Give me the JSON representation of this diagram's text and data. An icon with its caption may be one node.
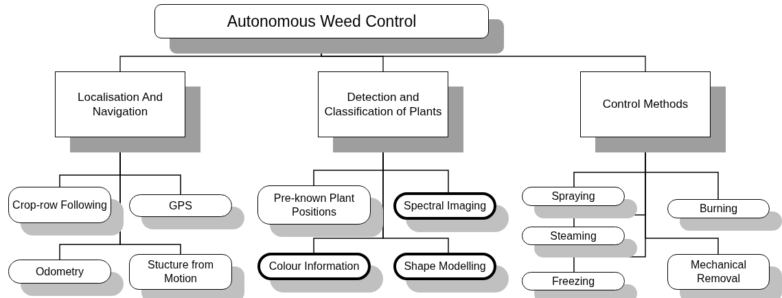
{
  "diagram": {
    "nodes": [
      {
        "text": [
          "Autonomous Weed Control"
        ]
      },
      {
        "text": [
          "Localisation And Navigation"
        ]
      },
      {
        "text": [
          "Detection and Classification of Plants"
        ]
      },
      {
        "text": [
          "Control Methods"
        ]
      },
      {
        "text": [
          "Crop-row Following"
        ]
      },
      {
        "text": [
          "GPS"
        ]
      },
      {
        "text": [
          "Odometry"
        ]
      },
      {
        "text": [
          "Stucture from Motion"
        ]
      },
      {
        "text": [
          "Pre-known Plant Positions"
        ]
      },
      {
        "text": [
          "Spectral Imaging"
        ]
      },
      {
        "text": [
          "Colour Information"
        ]
      },
      {
        "text": [
          "Shape Modelling"
        ]
      },
      {
        "text": [
          "Spraying"
        ]
      },
      {
        "text": [
          "Burning"
        ]
      },
      {
        "text": [
          "Steaming"
        ]
      },
      {
        "text": [
          "Mechanical Removal"
        ]
      },
      {
        "text": [
          "Freezing"
        ]
      }
    ],
    "edges": [
      {
        "from": 0,
        "to": 1,
        "arrow": "none"
      },
      {
        "from": 0,
        "to": 2,
        "arrow": "none"
      },
      {
        "from": 0,
        "to": 3,
        "arrow": "none"
      },
      {
        "from": 1,
        "to": 4,
        "arrow": "none"
      },
      {
        "from": 1,
        "to": 5,
        "arrow": "none"
      },
      {
        "from": 1,
        "to": 6,
        "arrow": "none"
      },
      {
        "from": 1,
        "to": 7,
        "arrow": "none"
      },
      {
        "from": 2,
        "to": 8,
        "arrow": "none"
      },
      {
        "from": 2,
        "to": 9,
        "arrow": "none"
      },
      {
        "from": 2,
        "to": 10,
        "arrow": "none"
      },
      {
        "from": 2,
        "to": 11,
        "arrow": "none"
      },
      {
        "from": 3,
        "to": 12,
        "arrow": "none"
      },
      {
        "from": 3,
        "to": 13,
        "arrow": "none"
      },
      {
        "from": 3,
        "to": 14,
        "arrow": "none"
      },
      {
        "from": 3,
        "to": 15,
        "arrow": "none"
      },
      {
        "from": 3,
        "to": 16,
        "arrow": "none"
      }
    ]
  }
}
